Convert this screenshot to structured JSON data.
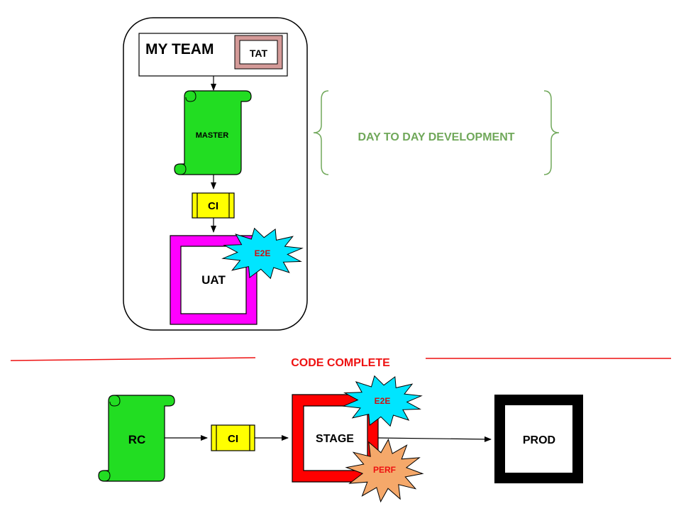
{
  "team": {
    "title": "MY TEAM",
    "badge": "TAT"
  },
  "nodes": {
    "master": "MASTER",
    "ci_top": "CI",
    "uat": "UAT",
    "e2e_top": "E2E",
    "rc": "RC",
    "ci_bottom": "CI",
    "stage": "STAGE",
    "e2e_bottom": "E2E",
    "perf": "PERF",
    "prod": "PROD"
  },
  "annotations": {
    "day_to_day": "DAY TO DAY DEVELOPMENT",
    "code_complete": "CODE COMPLETE"
  },
  "colors": {
    "scroll_green": "#22dd22",
    "ci_yellow": "#ffff00",
    "uat_magenta": "#ff00ff",
    "burst_cyan": "#00e5ff",
    "stage_red": "#ff0000",
    "perf_orange": "#f5a86a",
    "prod_black": "#000000",
    "tat_border": "#d49a98",
    "annotation_green": "#70a85a",
    "divider_red": "#ee1111",
    "burst_text_red": "#cc1111"
  }
}
